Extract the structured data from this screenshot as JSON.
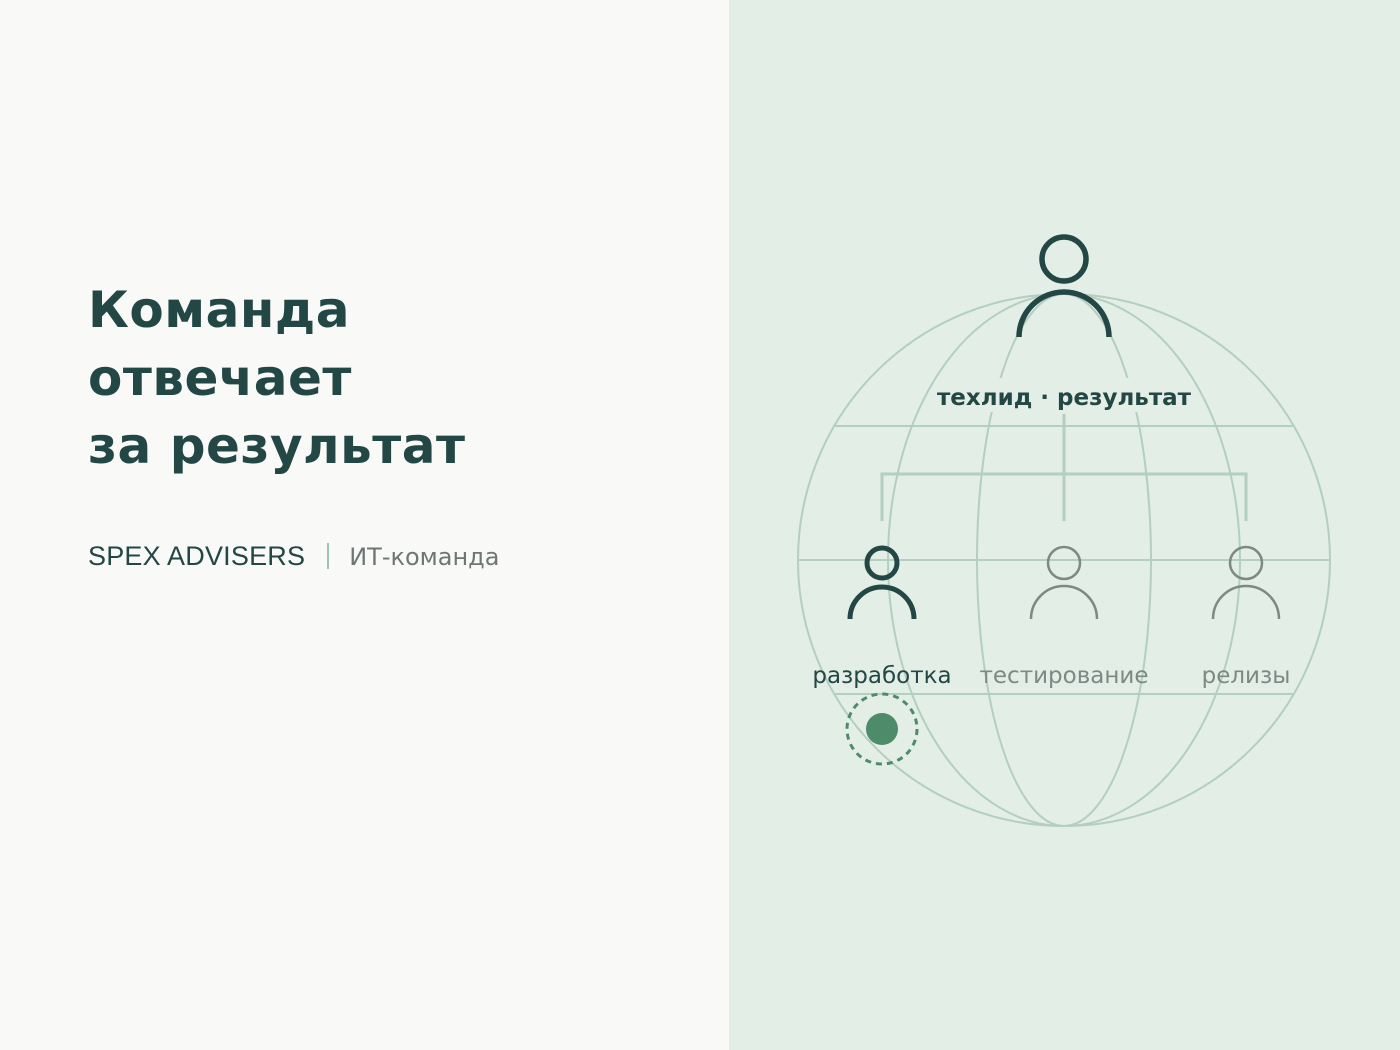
{
  "headline": {
    "line1": "Команда",
    "line2": "отвечает",
    "line3": "за результат"
  },
  "brand": {
    "name": "SPEX ADVISERS",
    "tagline": "ИТ-команда"
  },
  "diagram": {
    "lead_label": "техлид · результат",
    "roles": [
      {
        "label": "разработка",
        "active": true
      },
      {
        "label": "тестирование",
        "active": false
      },
      {
        "label": "релизы",
        "active": false
      }
    ]
  },
  "colors": {
    "dark_green": "#234744",
    "accent_green": "#4e8b6a",
    "muted_gray": "#6d7775",
    "highlight": "#c6e0d3",
    "panel_bg": "#e3eee7",
    "globe_lines": "#b3cfc1"
  }
}
